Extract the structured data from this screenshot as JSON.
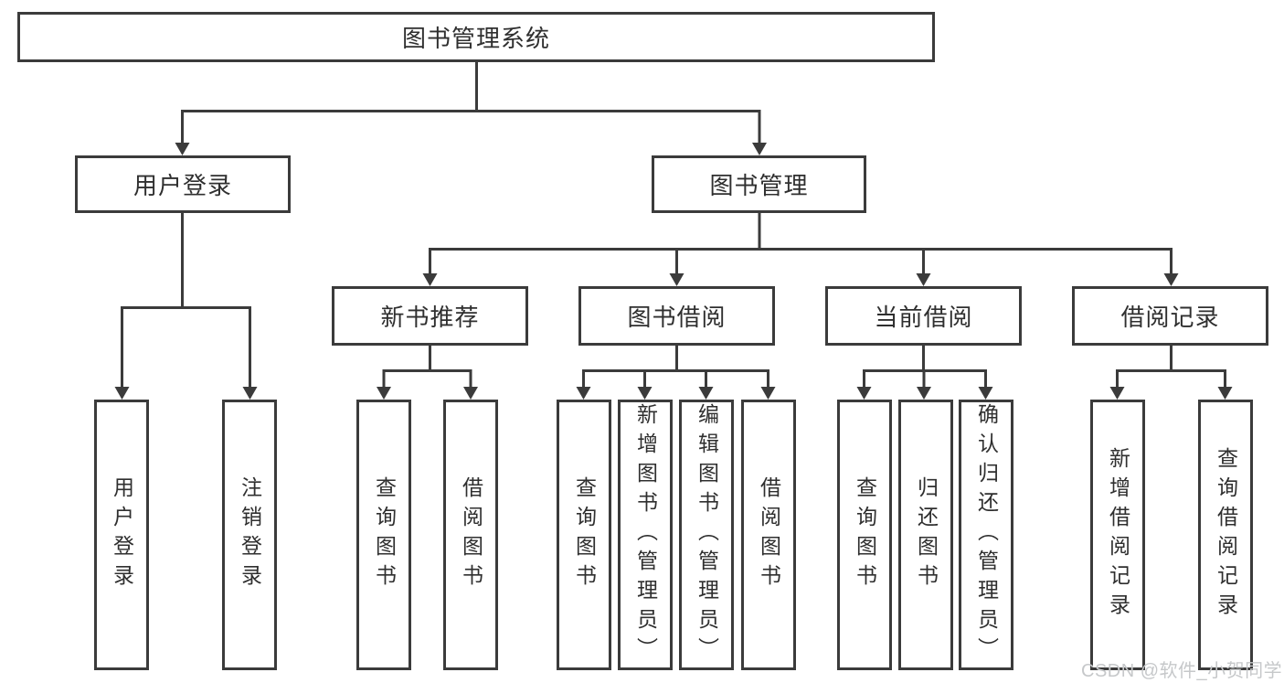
{
  "diagram": {
    "type": "hierarchy-tree",
    "root": {
      "label": "图书管理系统"
    },
    "branches": [
      {
        "label": "用户登录",
        "children": [
          {
            "label": "用户登录"
          },
          {
            "label": "注销登录"
          }
        ]
      },
      {
        "label": "图书管理",
        "children": [
          {
            "label": "新书推荐",
            "children": [
              {
                "label": "查询图书"
              },
              {
                "label": "借阅图书"
              }
            ]
          },
          {
            "label": "图书借阅",
            "children": [
              {
                "label": "查询图书"
              },
              {
                "label": "新增图书（管理员）"
              },
              {
                "label": "编辑图书（管理员）"
              },
              {
                "label": "借阅图书"
              }
            ]
          },
          {
            "label": "当前借阅",
            "children": [
              {
                "label": "查询图书"
              },
              {
                "label": "归还图书"
              },
              {
                "label": "确认归还（管理员）"
              }
            ]
          },
          {
            "label": "借阅记录",
            "children": [
              {
                "label": "新增借阅记录"
              },
              {
                "label": "查询借阅记录"
              }
            ]
          }
        ]
      }
    ]
  },
  "watermark": {
    "text": "CSDN @软件_小贺同学",
    "color": "#c6c8ca"
  },
  "colors": {
    "line": "#3b3b3b",
    "box_border": "#3b3b3b",
    "text": "#2f2f2f",
    "background": "#ffffff"
  }
}
